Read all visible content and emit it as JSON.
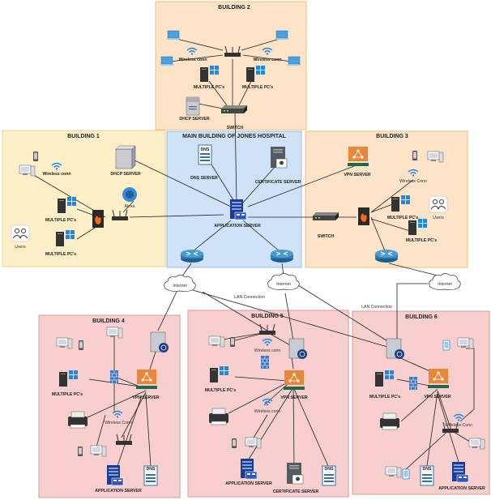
{
  "zones": {
    "b2": {
      "title": "BUILDING 2",
      "fill": "#fde3c8",
      "stroke": "#f0c27a"
    },
    "b1": {
      "title": "BUILDING 1",
      "fill": "#fdf0c8",
      "stroke": "#eed28a"
    },
    "main": {
      "title": "MAIN BUILDING OF JONES HOSPITAL",
      "fill": "#cfe2f7",
      "stroke": "#9dbde3"
    },
    "b3": {
      "title": "BUILDING 3",
      "fill": "#fde3c8",
      "stroke": "#f0c27a"
    },
    "b4": {
      "title": "BUILDING 4",
      "fill": "#f7cfcf",
      "stroke": "#d99a9a"
    },
    "b5": {
      "title": "BUILDING 5",
      "fill": "#f7cfcf",
      "stroke": "#d99a9a"
    },
    "b6": {
      "title": "BUILDING 6",
      "fill": "#f7cfcf",
      "stroke": "#d99a9a"
    }
  },
  "labels": {
    "b2_wifi_left": "Wireless conn",
    "b2_wifi_right": "Wireless conn",
    "b2_pcs_left": "MULTIPLE PC's",
    "b2_pcs_right": "MULTIPLE PC's",
    "b2_dhcp": "DHCP SERVER",
    "b2_switch": "SWITCH",
    "b1_wifi": "Wireless conn",
    "b1_dhcp": "DHCP SERVER",
    "b1_alexa": "Alexa",
    "b1_pcs_top": "MULTIPLE PC's",
    "b1_pcs_bottom": "MULTIPLE PC's",
    "b1_users": "Users",
    "main_dns": "DNS SERVER",
    "main_cert": "CERTIFICATE SERVER",
    "main_app": "APPLICATION SERVER",
    "b3_vpn": "VPN SERVER",
    "b3_wifi": "Wireless Conn",
    "b3_pcs_top": "MULTIPLE PC's",
    "b3_pcs_bottom": "MULTIPLE PC's",
    "b3_users": "Users",
    "b3_switch": "SWITCH",
    "internet_1": "Internet",
    "internet_2": "Internet",
    "internet_3": "Internet",
    "lan_1": "LAN Connection",
    "lan_2": "LAN Connection",
    "b4_pcs": "MULTIPLE PC's",
    "b4_vpn": "VPN SERVER",
    "b4_wifi": "Wireless Conn",
    "b4_app": "APPLICATION SERVER",
    "b5_wifi_top": "Wireless conn",
    "b5_pcs": "MULTIPLE PC's",
    "b5_vpn": "VPN SERVER",
    "b5_wifi_bottom": "Wireless conn",
    "b5_app": "APPLICATION SERVER",
    "b5_cert": "CERTIFICATE SERVER",
    "b6_pcs": "MULTIPLE PC's",
    "b6_vpn": "VPN SERVER",
    "b6_wifi": "Wireless Conn",
    "b6_app": "APPLICATION SERVER",
    "dns_text": "DNS"
  },
  "colors": {
    "link": "#222222",
    "router": "#2f7fb8",
    "server": "#c8ccd2",
    "windows": "#1e88e5",
    "vpn": "#e8873a",
    "app_server": "#1f3c8c",
    "firewall": "#3a78c8"
  }
}
